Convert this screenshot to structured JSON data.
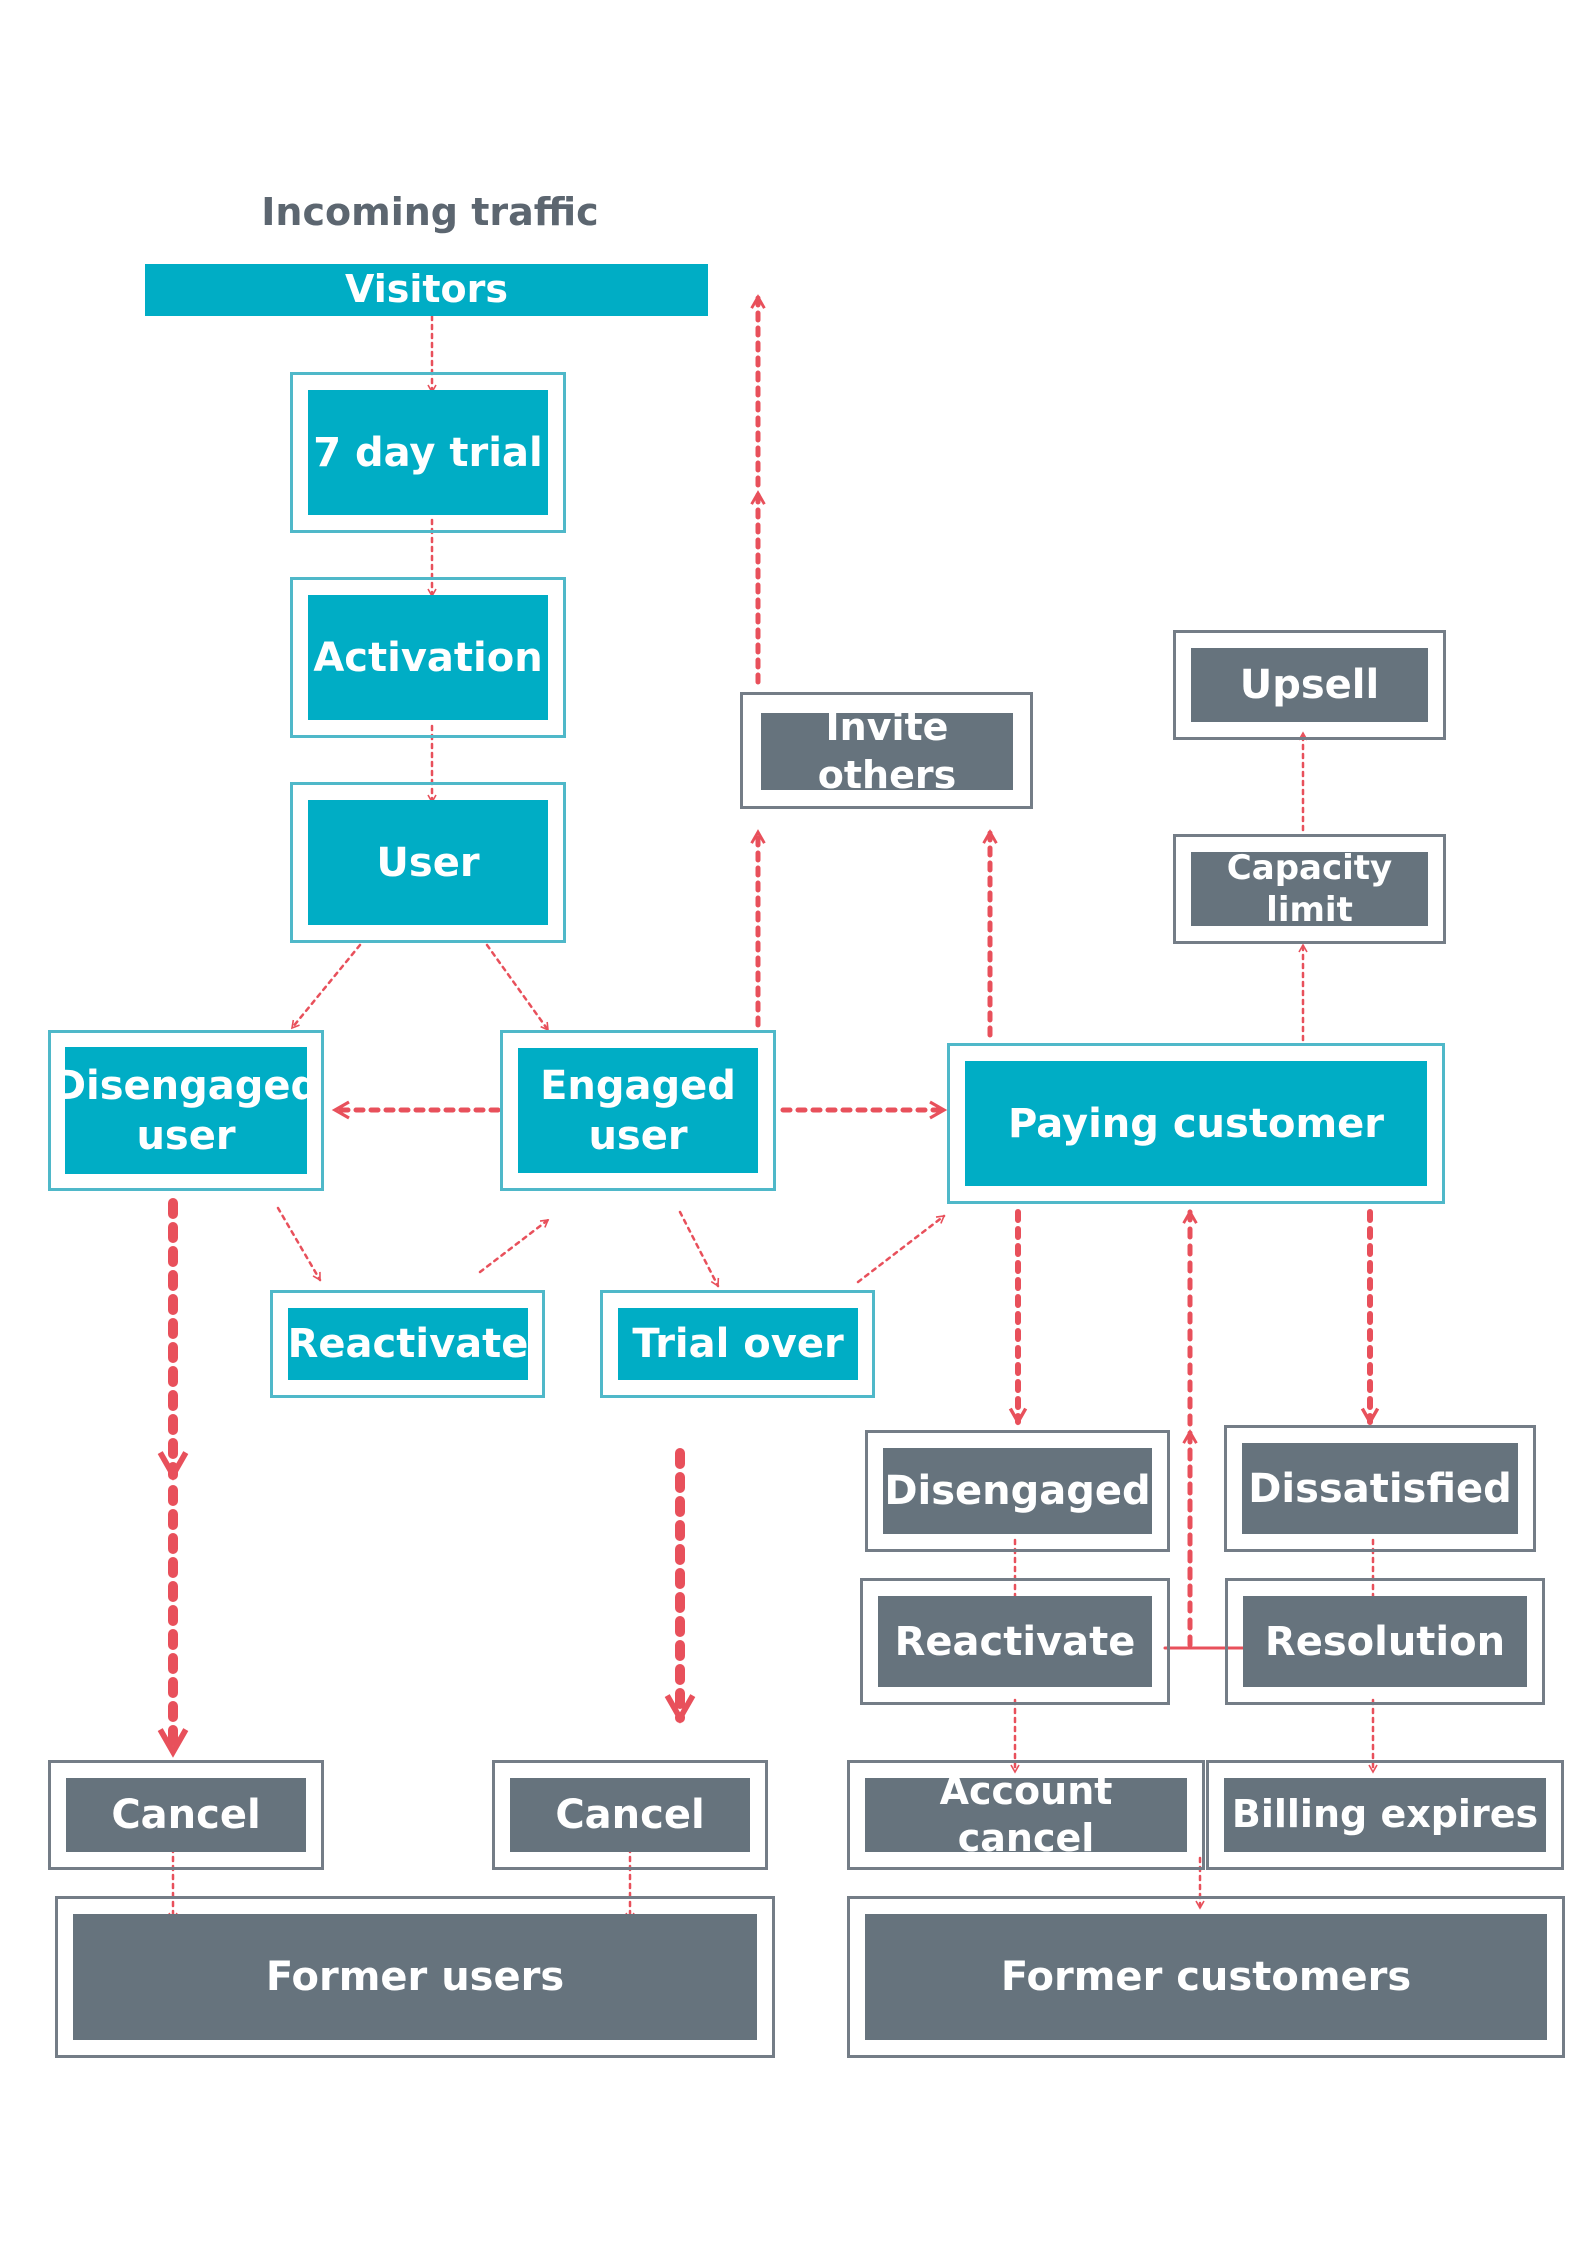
{
  "heading": "Incoming traffic",
  "nodes": {
    "visitors": "Visitors",
    "trial": "7 day trial",
    "activation": "Activation",
    "user": "User",
    "disengaged_user": "Disengaged user",
    "engaged_user": "Engaged user",
    "reactivate_user": "Reactivate",
    "trial_over": "Trial over",
    "invite_others": "Invite others",
    "paying_customer": "Paying customer",
    "capacity_limit": "Capacity limit",
    "upsell": "Upsell",
    "disengaged_customer": "Disengaged",
    "dissatisfied": "Dissatisfied",
    "reactivate_customer": "Reactivate",
    "resolution": "Resolution",
    "cancel_left": "Cancel",
    "cancel_mid": "Cancel",
    "account_cancel": "Account cancel",
    "billing_expires": "Billing expires",
    "former_users": "Former users",
    "former_customers": "Former customers"
  },
  "colors": {
    "teal": "#00adc5",
    "slate": "#66737d",
    "arrow": "#e8505b"
  }
}
